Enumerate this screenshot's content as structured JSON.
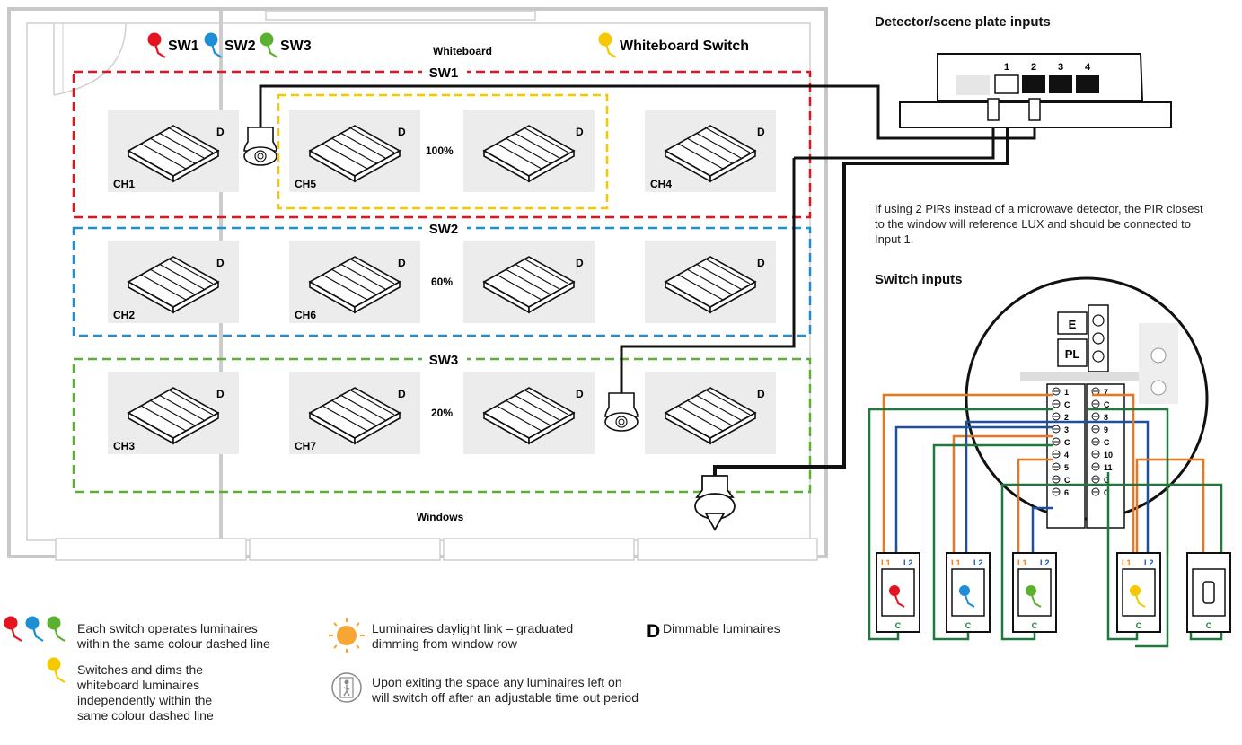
{
  "room": {
    "top_label": "Whiteboard",
    "bottom_label": "Windows"
  },
  "switch_keys": [
    {
      "label": "SW1",
      "color": "#e3141f"
    },
    {
      "label": "SW2",
      "color": "#1d8fd6"
    },
    {
      "label": "SW3",
      "color": "#5bb030"
    }
  ],
  "whiteboard_key": {
    "label": "Whiteboard Switch",
    "color": "#f5c800"
  },
  "zones": [
    {
      "label": "SW1",
      "color": "#e3141f"
    },
    {
      "label": "SW2",
      "color": "#1d8fd6"
    },
    {
      "label": "SW3",
      "color": "#5bb030"
    }
  ],
  "whiteboard_zone_color": "#f5c800",
  "channels": [
    "CH1",
    "CH5",
    "CH4",
    "CH2",
    "CH6",
    "CH3",
    "CH7"
  ],
  "dim_marker": "D",
  "levels": [
    "100%",
    "60%",
    "20%"
  ],
  "detector_panel": {
    "title": "Detector/scene plate inputs",
    "inputs": [
      "1",
      "2",
      "3",
      "4"
    ],
    "note": "If using 2 PIRs instead of a microwave detector, the PIR closest to the window will reference LUX and should be connected to Input 1."
  },
  "switch_panel": {
    "title": "Switch inputs",
    "side_labels": [
      "E",
      "PL"
    ],
    "left_terminals": [
      "1",
      "C",
      "2",
      "3",
      "C",
      "4",
      "5",
      "C",
      "6"
    ],
    "right_terminals": [
      "7",
      "C",
      "8",
      "9",
      "C",
      "10",
      "11",
      "C",
      "C"
    ],
    "plate_labels": {
      "l1": "L1",
      "l2": "L2",
      "c": "C"
    },
    "wire_colors": {
      "orange": "#e87722",
      "blue": "#1f4fa0",
      "green": "#1e7a3c"
    }
  },
  "legend": {
    "switches": "Each switch operates luminaires within the same colour dashed line",
    "whiteboard": "Switches and dims the whiteboard luminaires independently within the same colour dashed line",
    "daylight": "Luminaires daylight link – graduated dimming from window row",
    "absence": "Upon exiting the space any luminaires left on will switch off after an adjustable time out period",
    "dimmable_marker": "D",
    "dimmable": "Dimmable luminaires"
  }
}
